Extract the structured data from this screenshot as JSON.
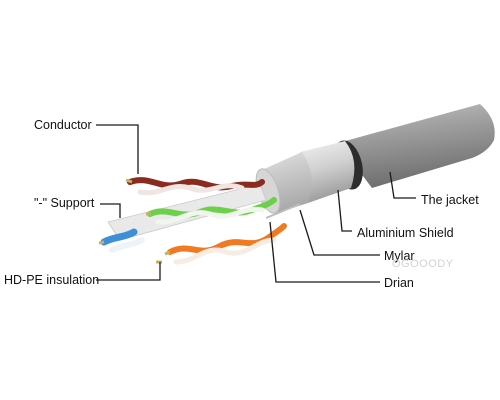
{
  "diagram": {
    "labels": {
      "conductor": "Conductor",
      "support": "\"-\" Support",
      "hdpe_insulation": "HD-PE insulation",
      "jacket": "The jacket",
      "aluminium_shield": "Aluminium Shield",
      "mylar": "Mylar",
      "drian": "Drian"
    },
    "watermark": "OGOOODY",
    "colors": {
      "jacket": "#9a9a9a",
      "leader_line": "#1a1a1a",
      "pair_brown": "#8b2a1e",
      "pair_green": "#6ed04a",
      "pair_blue": "#3d8fd8",
      "pair_orange": "#ef7a22",
      "support_separator": "#e6e6e6"
    }
  }
}
